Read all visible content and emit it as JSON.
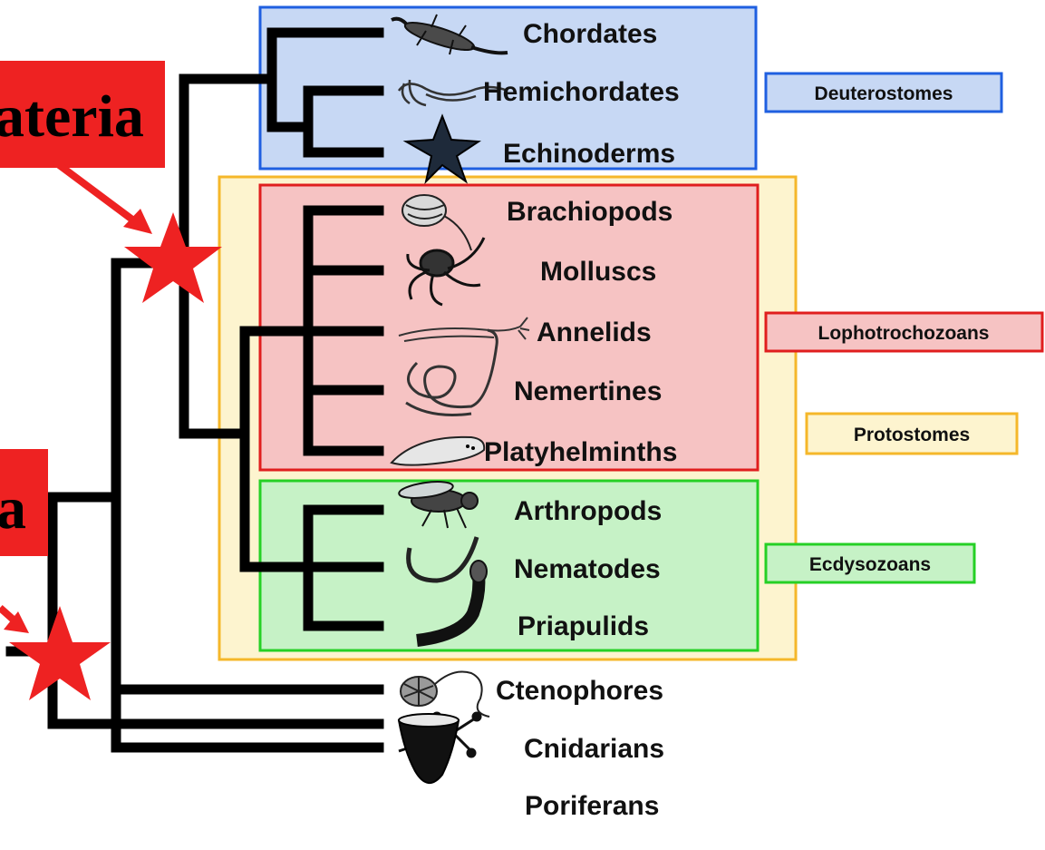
{
  "taxa": [
    {
      "name": "Chordates",
      "icon": "lizard-icon"
    },
    {
      "name": "Hemichordates",
      "icon": "acorn-worm-icon"
    },
    {
      "name": "Echinoderms",
      "icon": "starfish-icon"
    },
    {
      "name": "Brachiopods",
      "icon": "brachiopod-icon"
    },
    {
      "name": "Molluscs",
      "icon": "octopus-icon"
    },
    {
      "name": "Annelids",
      "icon": "annelid-worm-icon"
    },
    {
      "name": "Nemertines",
      "icon": "ribbon-worm-icon"
    },
    {
      "name": "Platyhelminths",
      "icon": "flatworm-icon"
    },
    {
      "name": "Arthropods",
      "icon": "fly-icon"
    },
    {
      "name": "Nematodes",
      "icon": "nematode-icon"
    },
    {
      "name": "Priapulids",
      "icon": "priapulid-icon"
    },
    {
      "name": "Ctenophores",
      "icon": "comb-jelly-icon"
    },
    {
      "name": "Cnidarians",
      "icon": "hydroid-icon"
    },
    {
      "name": "Poriferans",
      "icon": "sponge-icon"
    }
  ],
  "groups": {
    "deuterostomes": "Deuterostomes",
    "lophotrochozoans": "Lophotrochozoans",
    "protostomes": "Protostomes",
    "ecdysozoans": "Ecdysozoans"
  },
  "callouts": {
    "bilateria_fragment": "ateria",
    "eumetazoa_fragment": "a"
  },
  "colors": {
    "deuterostome_fill": "#c7d8f4",
    "deuterostome_border": "#1f5fe0",
    "lophotrochozoan_fill": "#f6c3c3",
    "lophotrochozoan_border": "#e01e1e",
    "protostome_fill": "#fdf4cf",
    "protostome_border": "#f5b72a",
    "ecdysozoan_fill": "#c6f2c6",
    "ecdysozoan_border": "#25d025",
    "callout_red": "#ee2222",
    "branch": "#000000"
  }
}
